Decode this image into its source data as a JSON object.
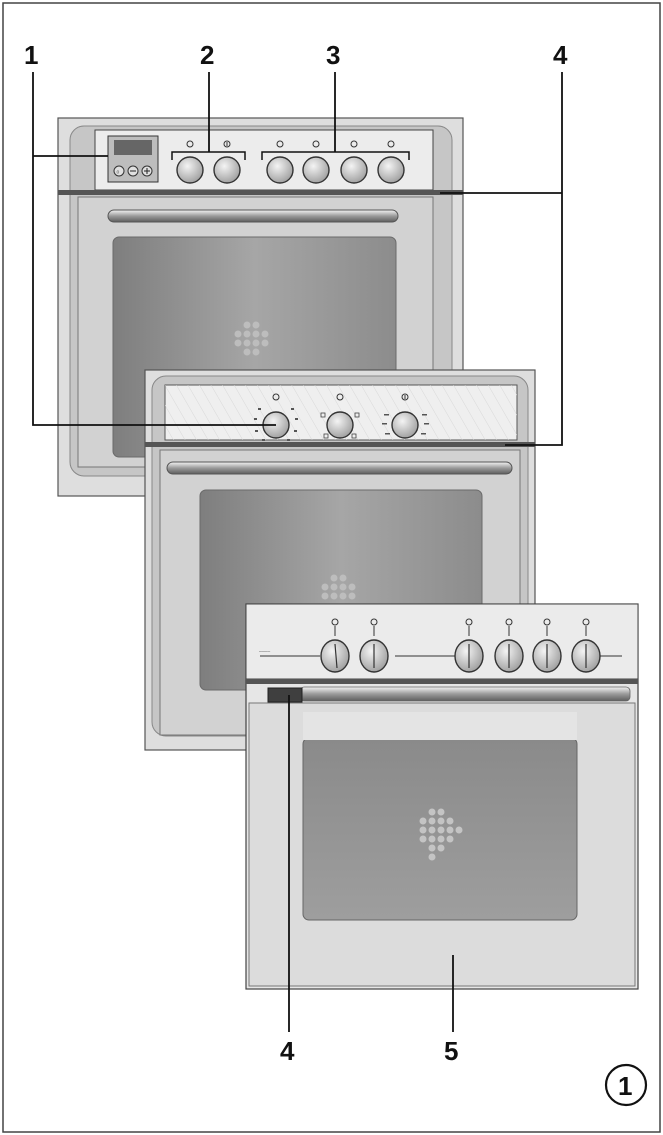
{
  "callouts": {
    "c1": "1",
    "c2": "2",
    "c3": "3",
    "c4_top": "4",
    "c4_bottom": "4",
    "c5": "5"
  },
  "figure_badge": "1",
  "colors": {
    "border": "#444444",
    "frame": "#d9d9d9",
    "panel": "#e9e9e9",
    "glass": "#9a9a9a",
    "knob": "#cfcfcf",
    "line": "#111111"
  },
  "ovens": [
    {
      "name": "top-oven",
      "display_buttons": 3,
      "knobs_group_2": 2,
      "knobs_group_3": 4
    },
    {
      "name": "middle-oven",
      "knobs": 3
    },
    {
      "name": "bottom-oven",
      "knobs": 6
    }
  ]
}
